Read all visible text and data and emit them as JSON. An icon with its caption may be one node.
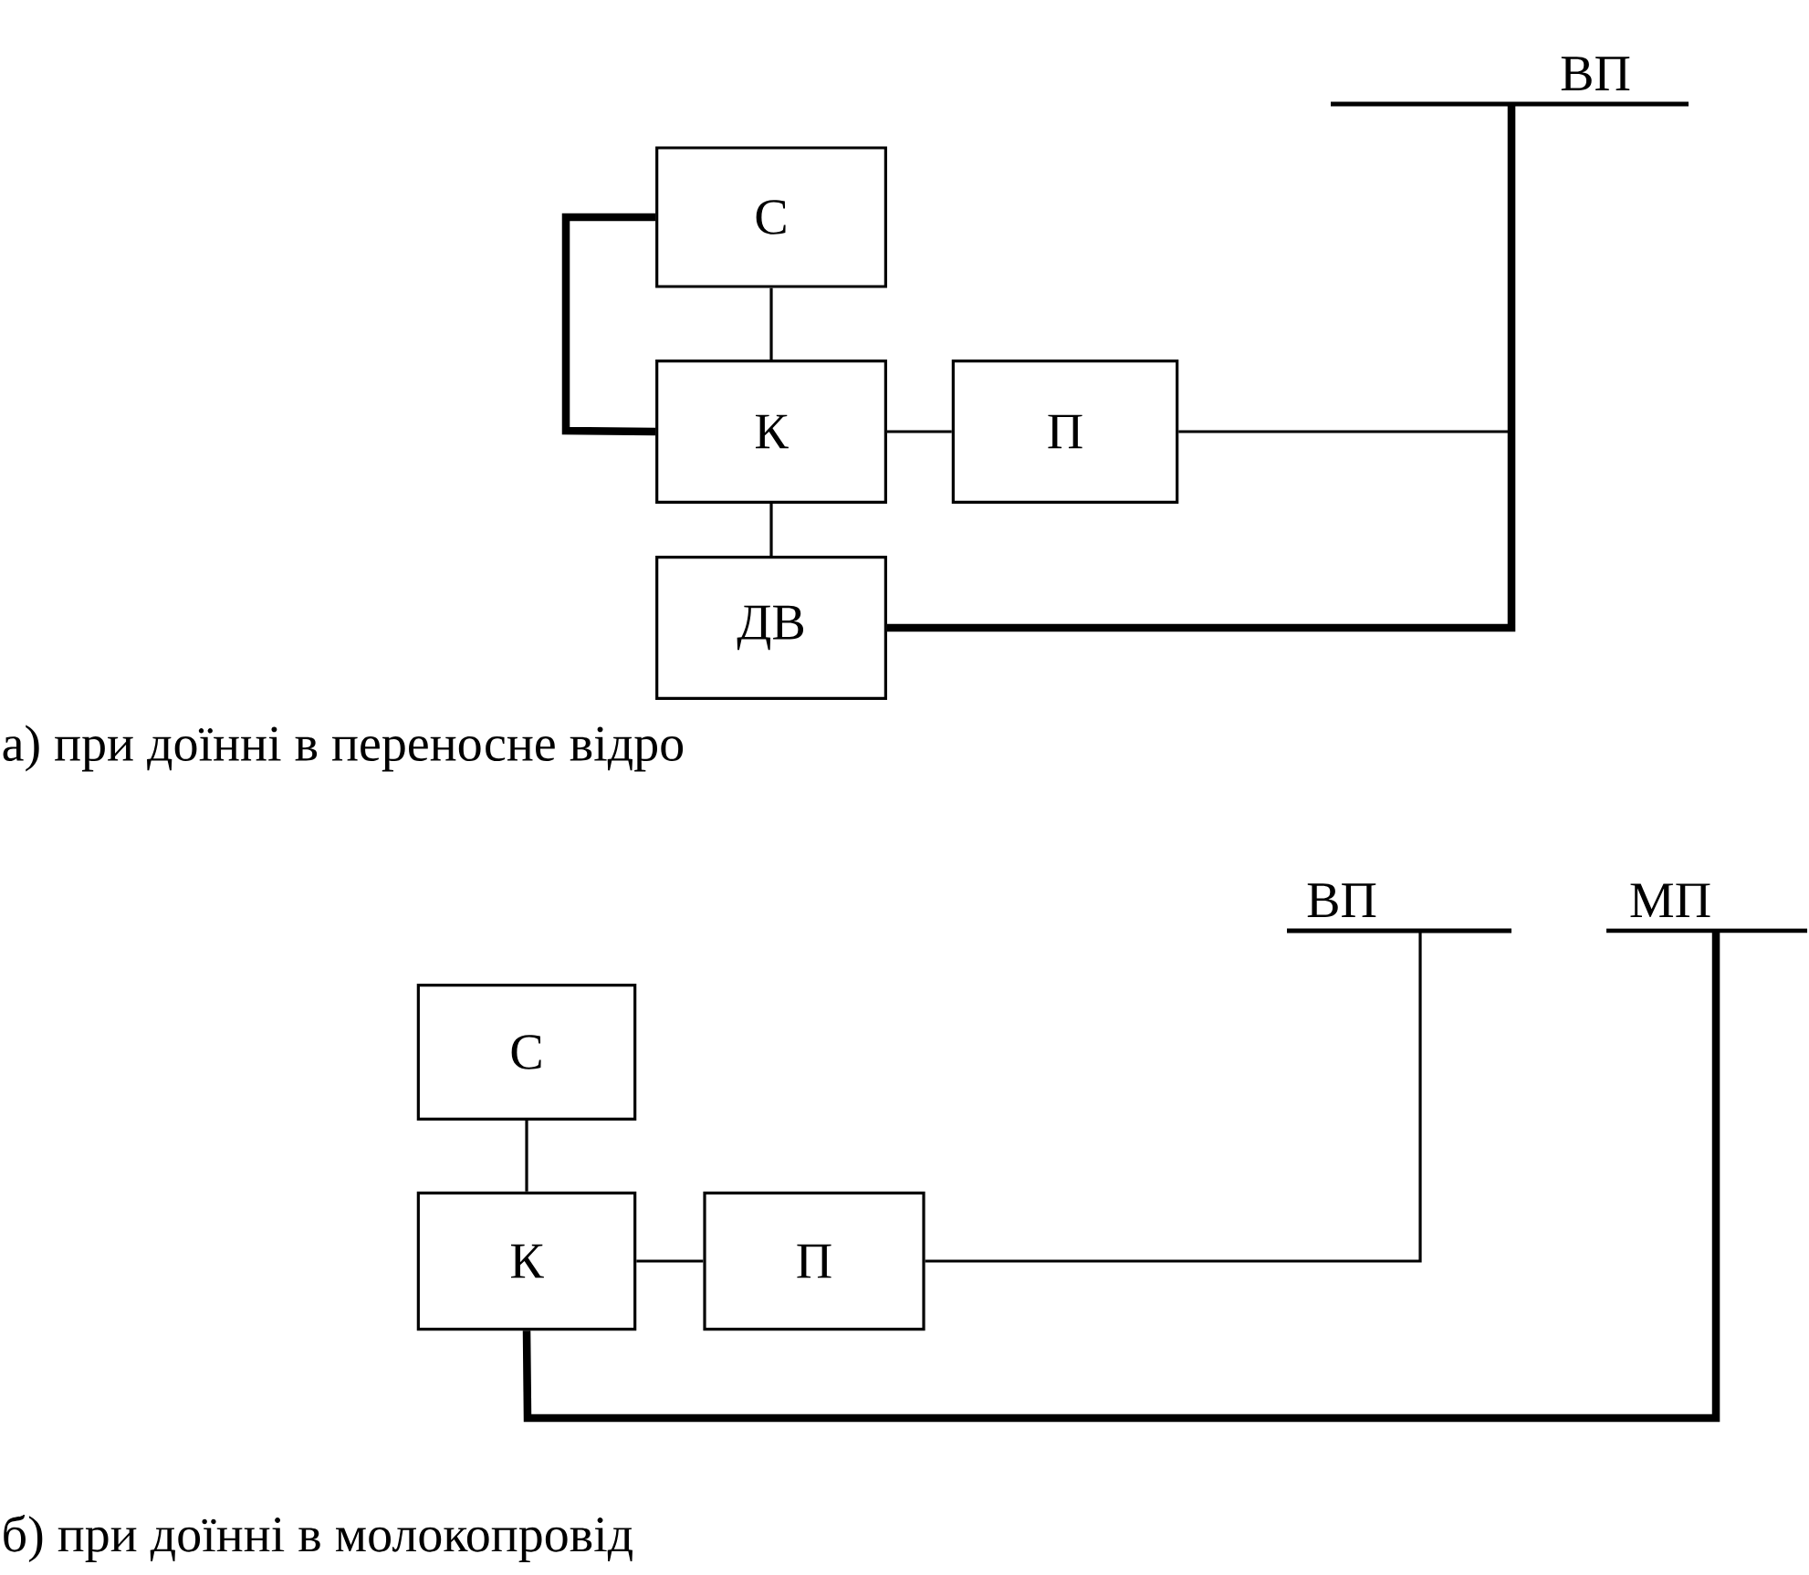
{
  "diagram": {
    "nodes": [
      {
        "text": [
          "С"
        ]
      },
      {
        "text": [
          "К"
        ]
      },
      {
        "text": [
          "П"
        ]
      },
      {
        "text": [
          "ДВ"
        ]
      },
      {
        "text": [
          "ВП"
        ]
      },
      {
        "text": [
          "С"
        ]
      },
      {
        "text": [
          "К"
        ]
      },
      {
        "text": [
          "П"
        ]
      },
      {
        "text": [
          "ВП"
        ]
      },
      {
        "text": [
          "МП"
        ]
      }
    ],
    "edges": [
      {
        "from": 0,
        "to": 1,
        "arrow": "none"
      },
      {
        "from": 0,
        "to": 1,
        "arrow": "none",
        "style": "thick"
      },
      {
        "from": 1,
        "to": 2,
        "arrow": "none"
      },
      {
        "from": 1,
        "to": 3,
        "arrow": "none"
      },
      {
        "from": 2,
        "to": 4,
        "arrow": "none"
      },
      {
        "from": 3,
        "to": 4,
        "arrow": "none",
        "style": "thick"
      },
      {
        "from": 5,
        "to": 6,
        "arrow": "none"
      },
      {
        "from": 6,
        "to": 7,
        "arrow": "none"
      },
      {
        "from": 7,
        "to": 8,
        "arrow": "none"
      },
      {
        "from": 6,
        "to": 9,
        "arrow": "none",
        "style": "thick"
      }
    ],
    "labels": [
      "а) при доїнні в переносне відро",
      "б) при доїнні в молокопровід"
    ]
  }
}
